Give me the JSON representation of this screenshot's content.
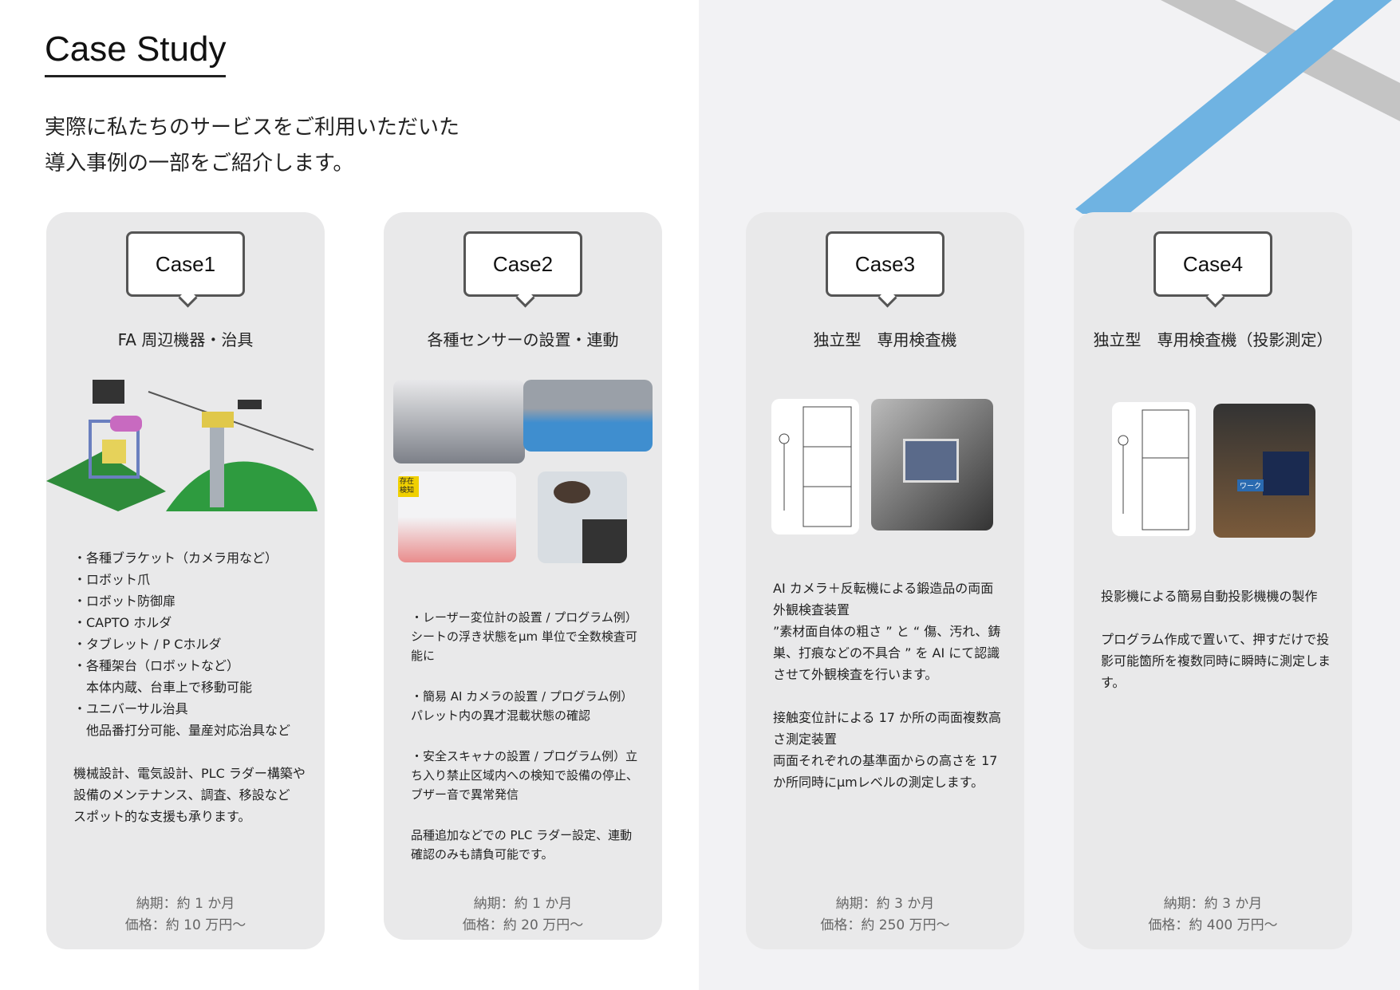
{
  "title": "Case Study",
  "intro": [
    "実際に私たちのサービスをご利用いただいた",
    "導入事例の一部をご紹介します。"
  ],
  "colors": {
    "accent_blue": "#6fb3e2",
    "stripe_gray": "#c4c4c4",
    "card_bg": "#e9e9ea",
    "right_bg": "#f2f2f4"
  },
  "cases": [
    {
      "label": "Case1",
      "heading": "FA 周辺機器・治具",
      "lines": [
        "・各種ブラケット（カメラ用など）",
        "・ロボット爪",
        "・ロボット防御扉",
        "・CAPTO ホルダ",
        "・タブレット / P Cホルダ",
        "・各種架台（ロボットなど）",
        "　本体内蔵、台車上で移動可能",
        "・ユニバーサル治具",
        "　他品番打分可能、量産対応治具など",
        "",
        "機械設計、電気設計、PLC ラダー構築や設備のメンテナンス、調査、移設など",
        "スポット的な支援も承ります。"
      ],
      "delivery": "納期：約 1 か月",
      "price": "価格：約 10 万円～"
    },
    {
      "label": "Case2",
      "heading": "各種センサーの設置・連動",
      "image_label": "存在検知",
      "lines": [
        "・レーザー変位計の設置 / プログラム例）シートの浮き状態をμm 単位で全数検査可能に",
        "",
        "・簡易 AI カメラの設置 / プログラム例）パレット内の異才混載状態の確認",
        "",
        "・安全スキャナの設置 / プログラム例）立ち入り禁止区域内への検知で設備の停止、ブザー音で異常発信",
        "",
        "品種追加などでの PLC ラダー設定、連動確認のみも請負可能です。"
      ],
      "delivery": "納期：約 1 か月",
      "price": "価格：約 20 万円～"
    },
    {
      "label": "Case3",
      "heading": "独立型　専用検査機",
      "lines": [
        "AI カメラ＋反転機による鍛造品の両面外観検査装置",
        "”素材面自体の粗さ ” と “ 傷、汚れ、鋳巣、打痕などの不具合 ” を AI にて認識させて外観検査を行います。",
        "",
        "接触変位計による 17 か所の両面複数高さ測定装置",
        "両面それぞれの基準面からの高さを 17 か所同時にμmレベルの測定します。"
      ],
      "delivery": "納期：約 3 か月",
      "price": "価格：約 250 万円～"
    },
    {
      "label": "Case4",
      "heading": "独立型　専用検査機（投影測定）",
      "image_label": "ワーク",
      "lines": [
        "投影機による簡易自動投影機機の製作",
        "",
        "プログラム作成で置いて、押すだけで投影可能箇所を複数同時に瞬時に測定します。"
      ],
      "delivery": "納期：約 3 か月",
      "price": "価格：約 400 万円～"
    }
  ]
}
